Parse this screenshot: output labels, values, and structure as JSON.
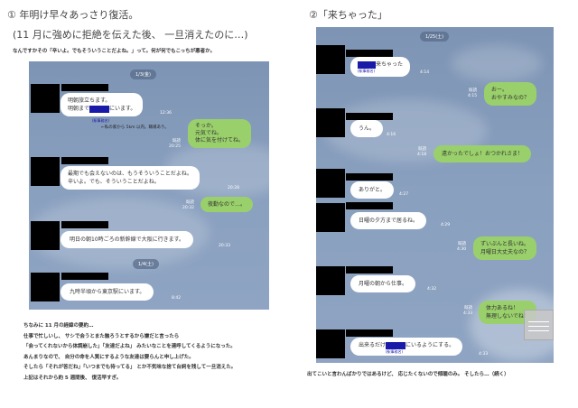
{
  "left": {
    "title": "① 年明け早々あっさり復活。",
    "subtitle": "(11 月に強めに拒絶を伝えた後、 一旦消えたのに…)",
    "intro": "なんですかその「辛いよ。でもそういうことだよね。」って。何が何でもこっちが悪者か。",
    "chat": {
      "date1": "1/3(金)",
      "m1_line1": "明朝旅立ちます。",
      "m1_line2a": "明朝まで",
      "m1_line2b": "にいます。",
      "m1_label": "(駅事務名)",
      "m1_time": "12:36",
      "annotation": "←私の家から 5km 以内。職場あり。",
      "s1_line1": "そっか。",
      "s1_line2": "元気でね。",
      "s1_line3": "体に気を付けてね。",
      "s1_read": "既読",
      "s1_time": "20:25",
      "m2_line1": "最期でも会えないのは、もうそういうことだよね。",
      "m2_line2": "辛いよ。でも、そういうことだよね。",
      "m2_time": "20:28",
      "s2": "夜勤なので…。",
      "s2_read": "既読",
      "s2_time": "20:32",
      "m3": "明日の朝10時ごろの新幹線で大阪に行きます。",
      "m3_time": "20:33",
      "date2": "1/4(土)",
      "m4": "九時半頃から東京駅にいます。",
      "m4_time": "8:42"
    },
    "summary": [
      "ちなみに 11 月の経緯の要約…",
      "仕事で忙しいし、 サシで会うとまた触ろうとするから嫌だと言ったら",
      "「会ってくれないから体調崩した」「友達だよね」 みたいなことを連呼してくるようになった。",
      "あんまりなので、 自分の命を人質にするような友達は要らんと申し上げた。",
      "そしたら「それが答だね」「いつまでも待ってる」 とか不気味な捨て台詞を残して一旦消えた。",
      "上記はそれから約 5 週間後、 復活早すぎ。"
    ]
  },
  "right": {
    "title": "②「来ちゃった」",
    "chat": {
      "date": "1/25(土)",
      "m1": "来ちゃった",
      "m1_label": "(駅事務名)",
      "m1_time": "4:14",
      "s1_line1": "おー。",
      "s1_line2": "おやすみなの？",
      "s1_read": "既読",
      "s1_time": "4:15",
      "m2": "うん。",
      "m2_time": "4:16",
      "s2": "遠かったでしょ！おつかれさま！",
      "s2_read": "既読",
      "s2_time": "4:18",
      "m3": "ありがと。",
      "m3_time": "4:27",
      "m4": "日曜の夕方まで居るね。",
      "m4_time": "4:29",
      "s3_line1": "ずいぶんと長いね。",
      "s3_line2": "月曜日大丈夫なの？",
      "s3_read": "既読",
      "s3_time": "4:30",
      "m5": "月曜の朝から仕事。",
      "m5_time": "4:32",
      "s4_line1": "体力あるね！",
      "s4_line2": "無理しないでね！",
      "s4_read": "既読",
      "s4_time": "4:33",
      "m6a": "出来るだけ",
      "m6b": "にいるようにする。",
      "m6_label": "(駅事務名)",
      "m6_time": "4:33"
    },
    "caption": "出てこいと言わんばかりではあるけど、 応じたくないので傾聴のみ。 そしたら…（続く）"
  }
}
